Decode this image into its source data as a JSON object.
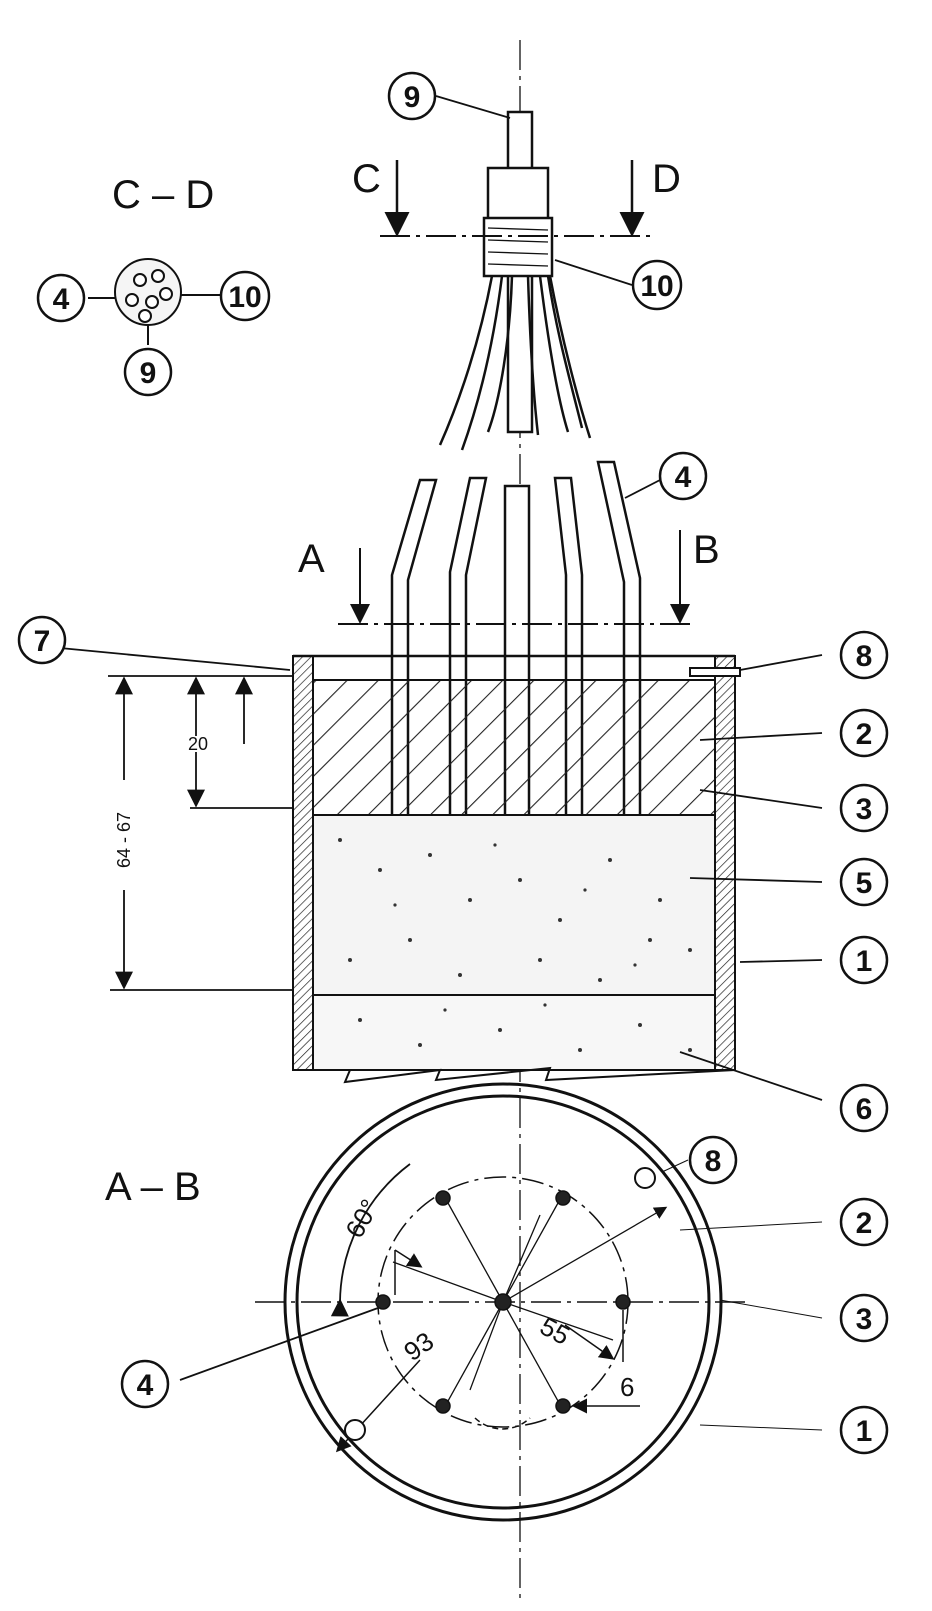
{
  "section_labels": {
    "cd_title": "C – D",
    "ab_title": "A – B",
    "cut_c": "C",
    "cut_d": "D",
    "cut_a": "A",
    "cut_b": "B"
  },
  "callouts": {
    "c1": "1",
    "c2": "2",
    "c3": "3",
    "c4": "4",
    "c5": "5",
    "c6": "6",
    "c7": "7",
    "c8": "8",
    "c9": "9",
    "c10": "10"
  },
  "dimensions": {
    "d20": "20",
    "d64_67": "64 - 67",
    "d60deg": "60°",
    "d93": "93",
    "d55": "55",
    "d6": "6"
  },
  "colors": {
    "ink": "#111111",
    "paper": "#ffffff",
    "hatch": "#222222"
  }
}
